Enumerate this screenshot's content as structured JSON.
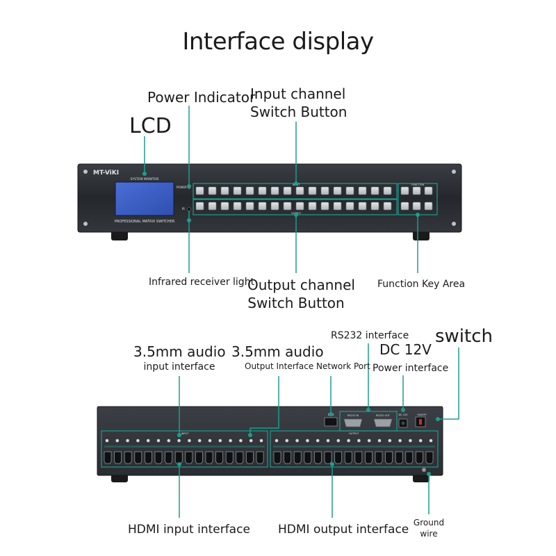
{
  "title": "Interface display",
  "device": {
    "brand": "MT-ViKI",
    "system_monitor": "SYSTEM MONITOR",
    "product_name": "PROFESSIONAL MATRIX SWITCHER",
    "power_label": "POWER",
    "ir_label": "IR",
    "input_strip": "INPUT",
    "output_strip": "OUTPUT",
    "function_strip": "FUNCTION",
    "rear": {
      "lan": "LAN",
      "rs232_in": "RS232 IN",
      "rs232_out": "RS232 OUT",
      "dc": "DC 12V",
      "onoff": "ON/OFF",
      "input_tag": "INPUT",
      "output_tag": "OUTPUT"
    }
  },
  "front_labels": {
    "power_indicator": "Power Indicator",
    "lcd": "LCD",
    "input_switch_line1": "Input channel",
    "input_switch_line2": "Switch Button",
    "infrared": "Infrared receiver light",
    "output_switch_line1": "Output channel",
    "output_switch_line2": "Switch Button",
    "function_area": "Function Key Area"
  },
  "rear_labels": {
    "audio_in_line1": "3.5mm audio",
    "audio_in_line2": "input interface",
    "audio_out_line1": "3.5mm audio",
    "audio_out_line2": "Output Interface Network Port",
    "rs232": "RS232 interface",
    "dc12v": "DC 12V",
    "switch": "switch",
    "power_interface": "Power interface",
    "hdmi_in": "HDMI input interface",
    "hdmi_out": "HDMI output interface",
    "ground_line1": "Ground",
    "ground_line2": "wire"
  },
  "colors": {
    "accent": "#1e9c8e",
    "chassis": "#2b2e33",
    "lcd": "#3e5fc8",
    "button": "#c9cdd1"
  }
}
